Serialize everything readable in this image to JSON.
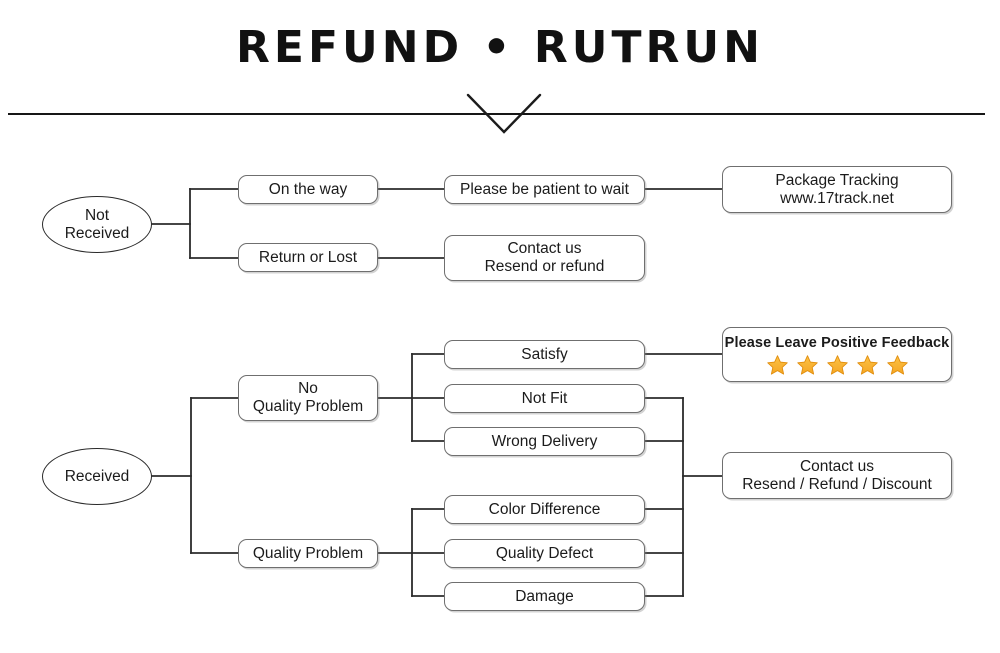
{
  "header": {
    "title": "REFUND • RUTRUN",
    "chevron_icon": "chevron-down-icon",
    "divider": "horizontal-rule"
  },
  "colors": {
    "background": "#ffffff",
    "text": "#1b1b1b",
    "box_border": "#6f6f6f",
    "ellipse_border": "#2b2b2b",
    "connector": "#2b2b2b",
    "star_fill": "#F5A623",
    "star_fill_light": "#FBC246",
    "star_stroke": "#E08C0B",
    "divider": "#161616"
  },
  "flowchart": {
    "type": "tree",
    "branches": [
      {
        "id": "not-received",
        "root": {
          "label": "Not\nReceived",
          "shape": "ellipse"
        },
        "level1": [
          {
            "id": "on-the-way",
            "label": "On the way"
          },
          {
            "id": "return-or-lost",
            "label": "Return or Lost"
          }
        ],
        "level2": [
          {
            "id": "be-patient",
            "label": "Please be patient to wait"
          },
          {
            "id": "contact-resend-refund",
            "label": "Contact us\nResend or refund"
          }
        ],
        "level3": [
          {
            "id": "package-tracking",
            "label": "Package Tracking\nwww.17track.net"
          }
        ]
      },
      {
        "id": "received",
        "root": {
          "label": "Received",
          "shape": "ellipse"
        },
        "level1": [
          {
            "id": "no-quality-problem",
            "label": "No\nQuality Problem"
          },
          {
            "id": "quality-problem",
            "label": "Quality Problem"
          }
        ],
        "no_quality_children": [
          {
            "id": "satisfy",
            "label": "Satisfy"
          },
          {
            "id": "not-fit",
            "label": "Not Fit"
          },
          {
            "id": "wrong-delivery",
            "label": "Wrong Delivery"
          }
        ],
        "quality_children": [
          {
            "id": "color-difference",
            "label": "Color Difference"
          },
          {
            "id": "quality-defect",
            "label": "Quality Defect"
          },
          {
            "id": "damage",
            "label": "Damage"
          }
        ],
        "outcomes": [
          {
            "id": "positive-feedback",
            "label": "Please Leave Positive Feedback",
            "stars": 5,
            "star_icon": "star-icon"
          },
          {
            "id": "contact-resend-refund-discount",
            "label": "Contact us\nResend / Refund / Discount"
          }
        ]
      }
    ]
  }
}
